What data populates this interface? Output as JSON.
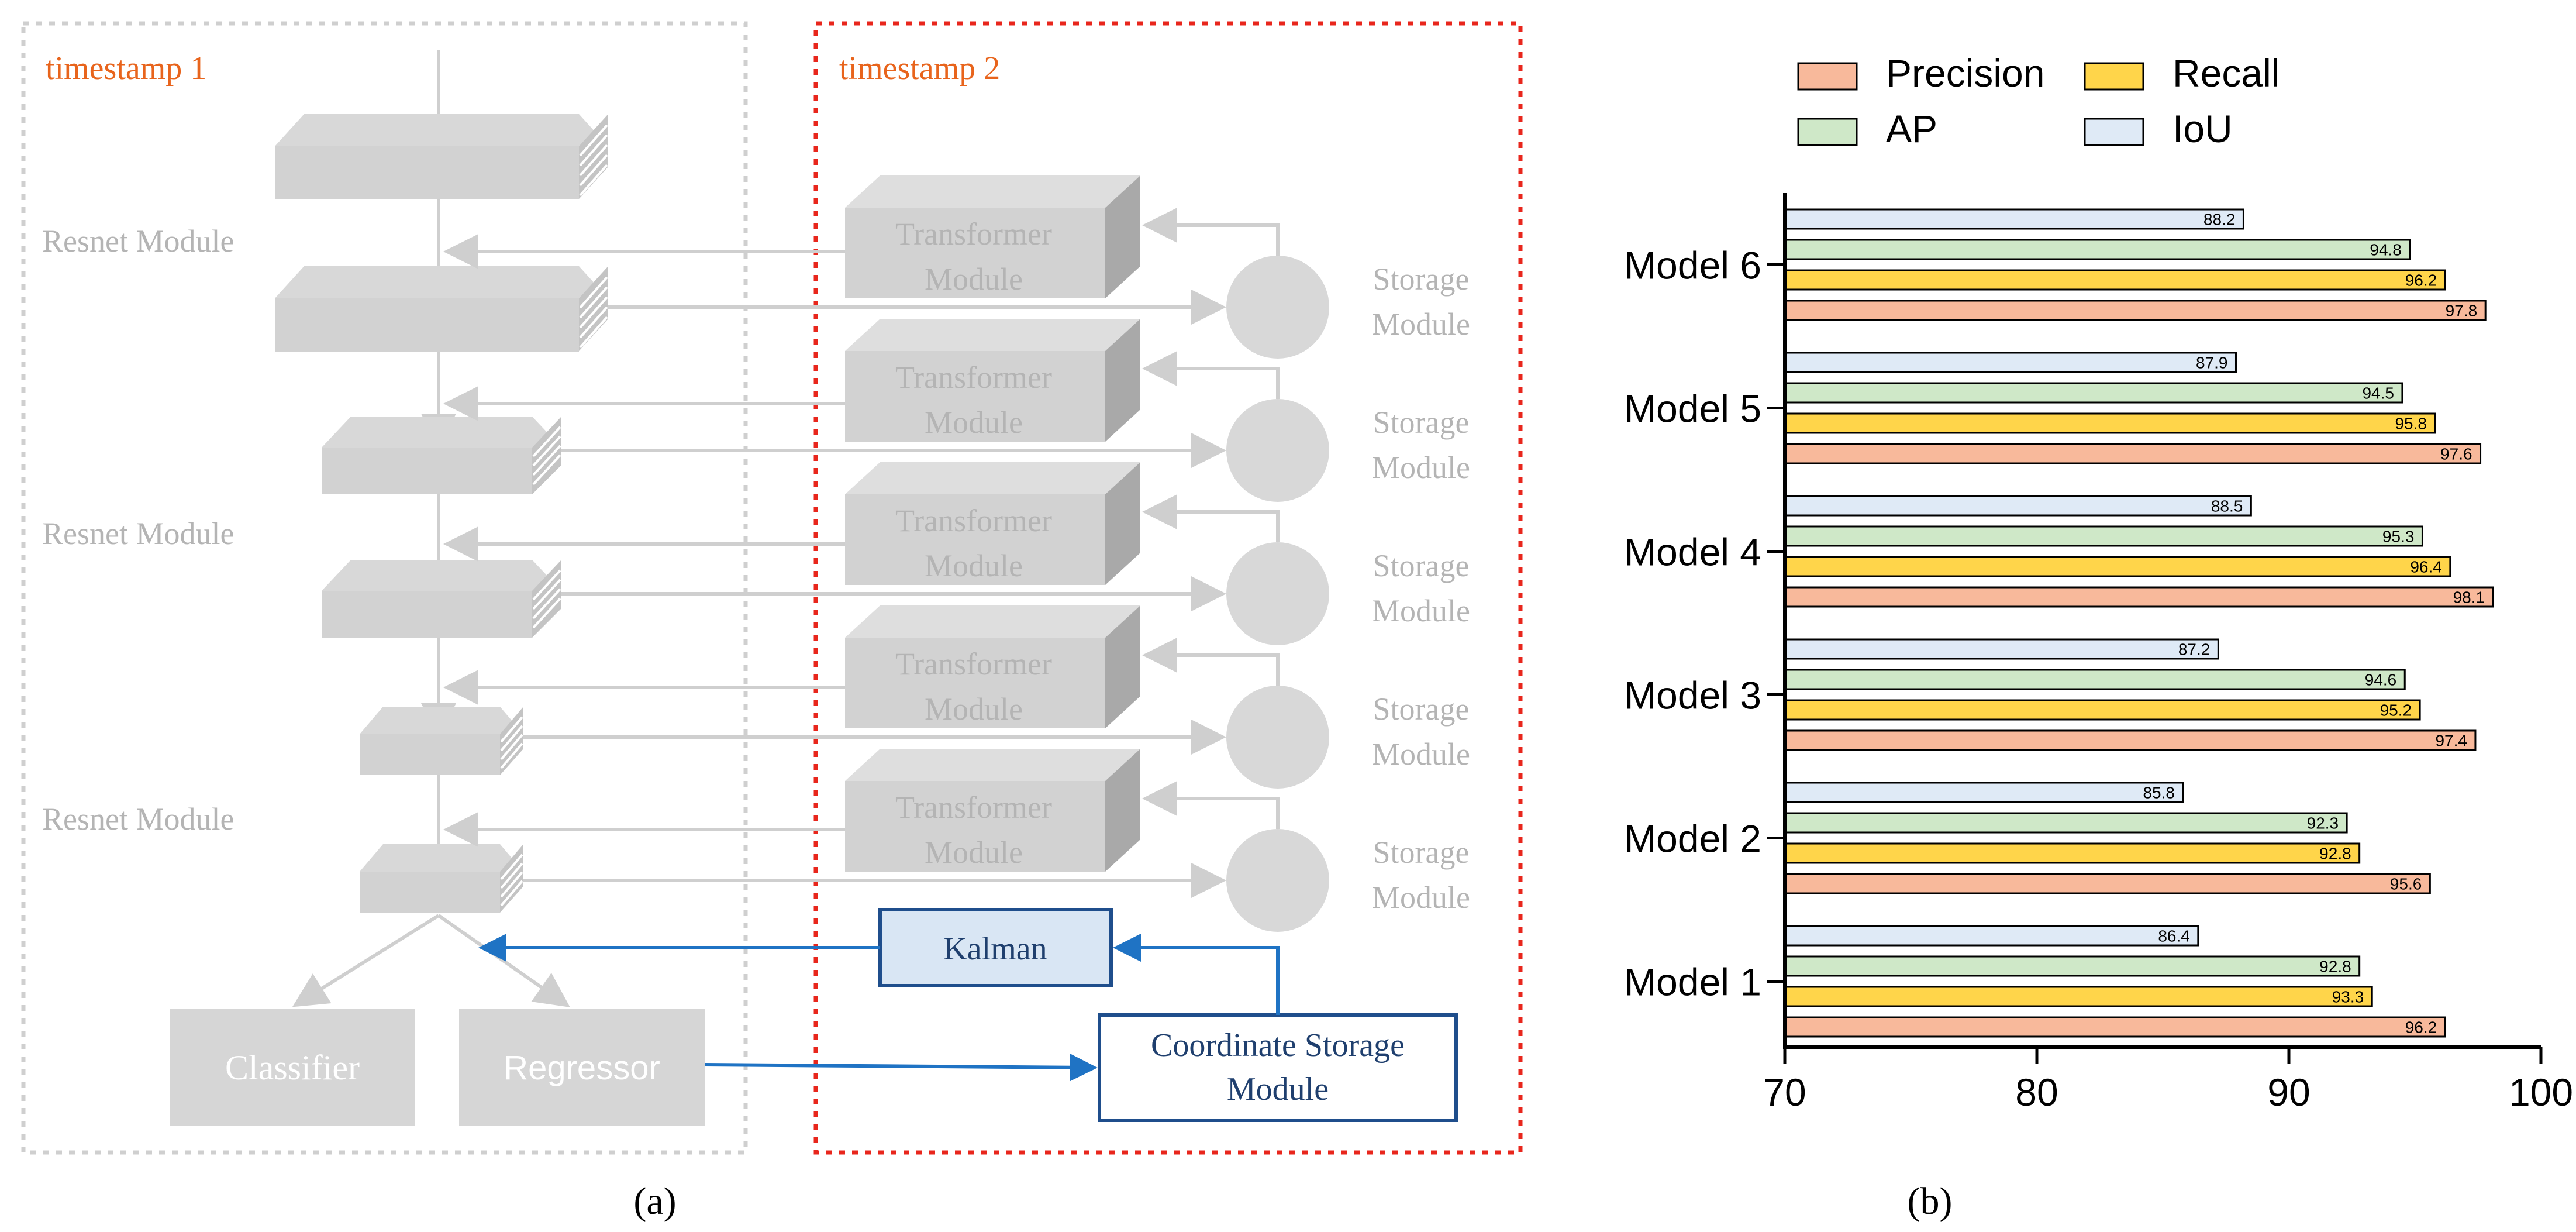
{
  "panel_a": {
    "caption": "(a)",
    "timestamp1_label": "timestamp 1",
    "timestamp2_label": "timestamp 2",
    "resnet_labels": [
      "Resnet Module",
      "Resnet Module",
      "Resnet Module"
    ],
    "transformer_label": [
      "Transformer",
      "Module"
    ],
    "storage_label": [
      "Storage",
      "Module"
    ],
    "classifier_label": "Classifier",
    "regressor_label": "Regressor",
    "kalman_label": "Kalman",
    "coordinate_storage_label": [
      "Coordinate Storage",
      "Module"
    ],
    "colors": {
      "timestamp_text": "#e8641c",
      "faded": "#c8c8c8",
      "faded_text": "#b4b4b4",
      "dashed_red": "#e8261c",
      "dashed_gray": "#cfcfcf",
      "blue": "#1f73c4",
      "kalman_fill": "#d9e6f4",
      "dark_blue_border": "#1f4e8c"
    }
  },
  "panel_b": {
    "caption": "(b)"
  },
  "chart_data": {
    "type": "bar",
    "orientation": "horizontal",
    "categories": [
      "Model 1",
      "Model 2",
      "Model 3",
      "Model 4",
      "Model 5",
      "Model 6"
    ],
    "series": [
      {
        "name": "Precision",
        "color": "#f8b99b",
        "values": [
          96.2,
          95.6,
          97.4,
          98.1,
          97.6,
          97.8
        ],
        "labels": [
          "96.2",
          "95.6",
          "97.4",
          "98.1",
          "97.6",
          "97.8"
        ]
      },
      {
        "name": "Recall",
        "color": "#ffd54a",
        "values": [
          93.3,
          92.8,
          95.2,
          96.4,
          95.8,
          96.2
        ],
        "labels": [
          "93.3",
          "92.8",
          "95.2",
          "96.4",
          "95.8",
          "96.2"
        ]
      },
      {
        "name": "AP",
        "color": "#cfe8c8",
        "values": [
          92.8,
          92.3,
          94.6,
          95.3,
          94.5,
          94.8
        ],
        "labels": [
          "92.8",
          "92.3",
          "94.6",
          "95.3",
          "94.5",
          "94.8"
        ]
      },
      {
        "name": "IoU",
        "color": "#dfeaf6",
        "values": [
          86.4,
          85.8,
          87.2,
          88.5,
          87.9,
          88.2
        ],
        "labels": [
          "86.4",
          "85.8",
          "87.2",
          "88.5",
          "87.9",
          "88.2"
        ]
      }
    ],
    "xlim": [
      70,
      100
    ],
    "xticks": [
      "70",
      "80",
      "90",
      "100"
    ],
    "legend_position": "top"
  }
}
